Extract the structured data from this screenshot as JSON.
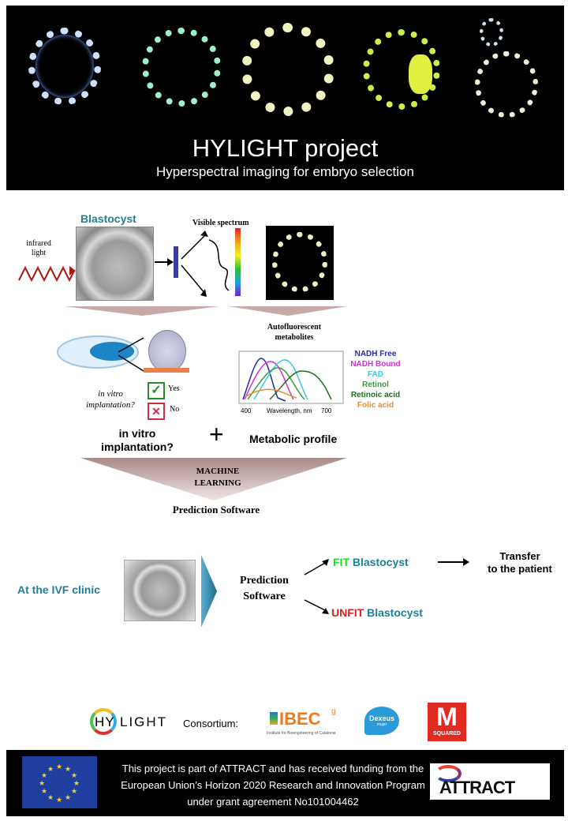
{
  "hero": {
    "title": "HYLIGHT project",
    "subtitle": "Hyperspectral imaging for embryo selection"
  },
  "workflow": {
    "blastocyst_label": "Blastocyst",
    "infrared_label": "infrared\nlight",
    "visible_spectrum_label": "Visible spectrum",
    "autofluorescent_label": "Autofluorescent\nmetabolites",
    "implantation_question": "in vitro\nimplantation?",
    "yes_label": "Yes",
    "no_label": "No",
    "spectrum_xlabel": "Wavelength, nm",
    "spectrum_ticks": [
      "400",
      "700"
    ],
    "metabolites": [
      {
        "name": "NADH Free",
        "color": "#2a2aa0"
      },
      {
        "name": "NADH Bound",
        "color": "#d12fd1"
      },
      {
        "name": "FAD",
        "color": "#38c8e8"
      },
      {
        "name": "Retinol",
        "color": "#3a9a3a"
      },
      {
        "name": "Retinoic acid",
        "color": "#1e6e1e"
      },
      {
        "name": "Folic acid",
        "color": "#f08a2a"
      }
    ],
    "bottom_implantation": "in vitro\nimplantation?",
    "plus": "+",
    "metabolic_profile": "Metabolic profile",
    "machine_learning": "MACHINE\nLEARNING",
    "prediction_software": "Prediction Software"
  },
  "clinic": {
    "label": "At the IVF clinic",
    "prediction_software": "Prediction\nSoftware",
    "fit_word": "FIT",
    "unfit_word": "UNFIT",
    "blastocyst_word": "Blastocyst",
    "transfer": "Transfer\nto the patient",
    "fit_color": "#1fe01f",
    "unfit_color": "#e01f1f"
  },
  "consortium": {
    "logo_hy": "HY",
    "logo_light": "LIGHT",
    "label": "Consortium:",
    "ibec": "IBEC",
    "ibec_sub": "Institute for Bioengineering of Catalonia",
    "dexeus": "Dexeus",
    "dexeus_sub": "mujer",
    "msquared": "M",
    "msquared_sub": "SQUARED"
  },
  "footer": {
    "text": "This project is part of ATTRACT and has received funding from the European Union’s Horizon 2020 Research and Innovation Program under grant agreement No101004462",
    "attract": "ATTRACT"
  }
}
